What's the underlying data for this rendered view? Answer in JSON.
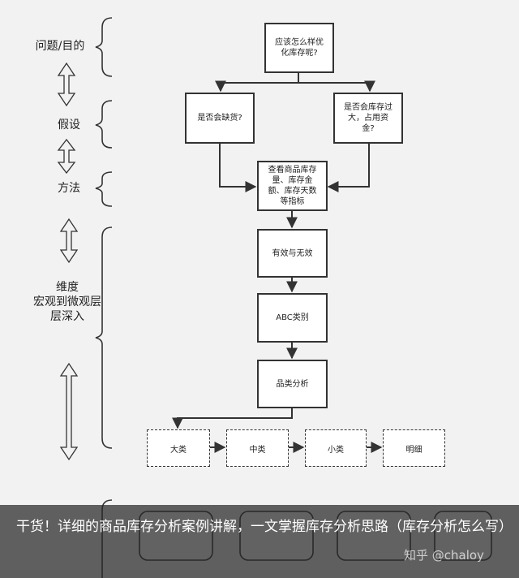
{
  "left_labels": {
    "problem": "问题/目的",
    "hypothesis": "假设",
    "method": "方法",
    "dimension": [
      "维度",
      "宏观到微观层",
      "层深入"
    ]
  },
  "nodes": {
    "root": [
      "应该怎么样优",
      "化库存呢?"
    ],
    "shortage": "是否会缺货?",
    "overstock": [
      "是否会库存过",
      "大，占用资",
      "金?"
    ],
    "metrics": [
      "查看商品库存",
      "量、库存金",
      "额、库存天数",
      "等指标"
    ],
    "validity": "有效与无效",
    "abc": "ABC类别",
    "category": "品类分析",
    "large": "大类",
    "medium": "中类",
    "small": "小类",
    "detail": "明细"
  },
  "caption": "干货！详细的商品库存分析案例讲解，一文掌握库存分析思路（库存分析怎么写）",
  "watermark": "知乎 @chaloy"
}
